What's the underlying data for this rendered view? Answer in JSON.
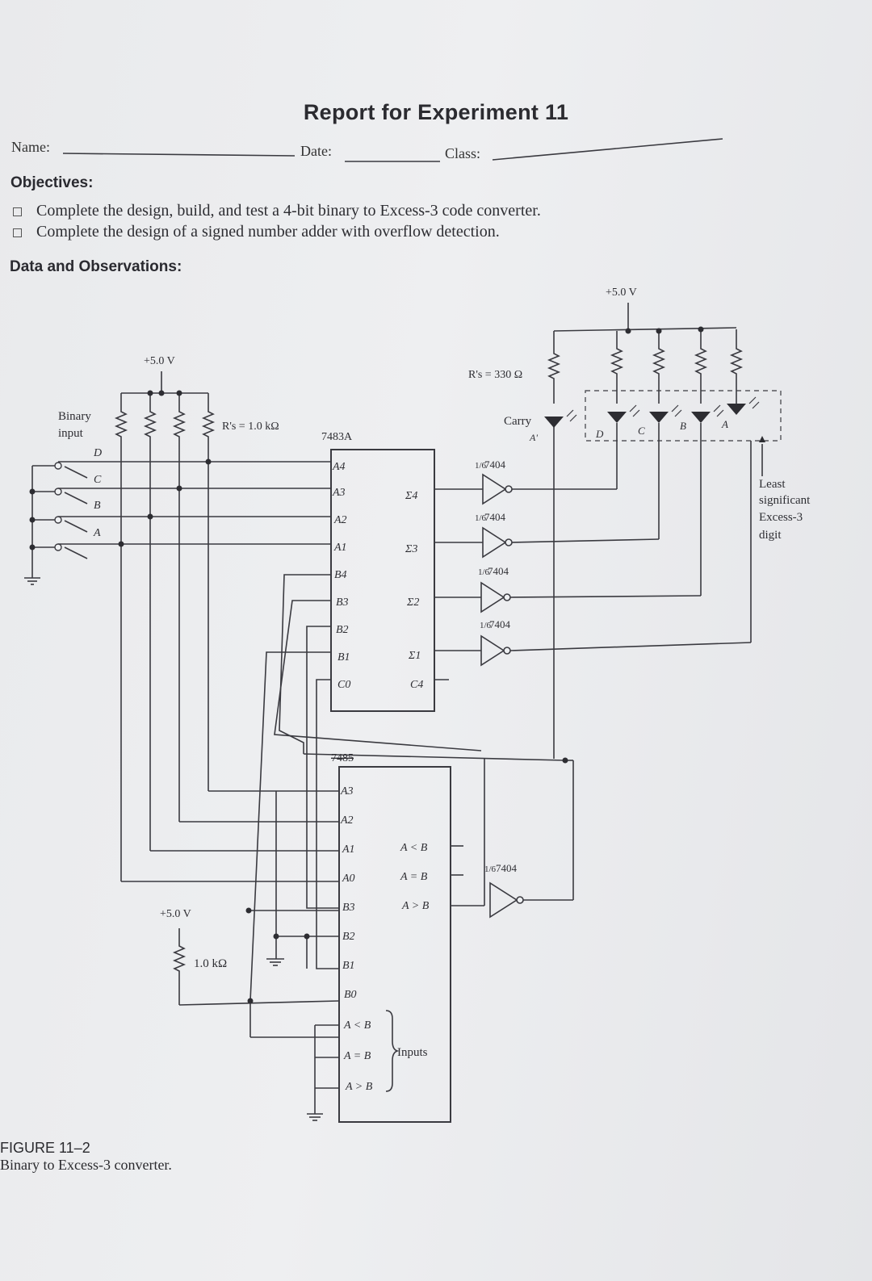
{
  "header": {
    "title": "Report for Experiment 11",
    "name_label": "Name:",
    "date_label": "Date:",
    "class_label": "Class:"
  },
  "objectives": {
    "heading": "Objectives:",
    "items": [
      "Complete the design, build, and test a 4-bit binary to Excess-3 code converter.",
      "Complete the design of a signed number adder with overflow detection."
    ]
  },
  "data_heading": "Data and Observations:",
  "schematic": {
    "vcc_top_right": "+5.0 V",
    "vcc_left": "+5.0 V",
    "vcc_bottom": "+5.0 V",
    "binary_input": [
      "Binary",
      "input"
    ],
    "switches": [
      "D",
      "C",
      "B",
      "A"
    ],
    "rs_1k": "R's = 1.0 kΩ",
    "rs_330": "R's = 330 Ω",
    "adder_chip": "7483A",
    "adder_left_pins": [
      "A4",
      "A3",
      "A2",
      "A1",
      "B4",
      "B3",
      "B2",
      "B1",
      "C0"
    ],
    "adder_right_pins": [
      "Σ4",
      "Σ3",
      "Σ2",
      "Σ1",
      "C4"
    ],
    "inverter_label": "7404",
    "inverter_fraction": "1/6",
    "carry_label": "Carry",
    "carry_sub": "A'",
    "led_labels": [
      "D",
      "C",
      "B",
      "A"
    ],
    "lsd_label": [
      "Least",
      "significant",
      "Excess-3",
      "digit"
    ],
    "comparator_chip": "7485",
    "comparator_left_pins": [
      "A3",
      "A2",
      "A1",
      "A0",
      "B3",
      "B2",
      "B1",
      "B0",
      "A < B",
      "A = B",
      "A > B"
    ],
    "comparator_right_pins": [
      "A < B",
      "A = B",
      "A > B"
    ],
    "inputs_label": "Inputs",
    "resistor_1k": "1.0 kΩ"
  },
  "figure": {
    "number": "FIGURE 11–2",
    "caption": "Binary to Excess-3 converter."
  }
}
